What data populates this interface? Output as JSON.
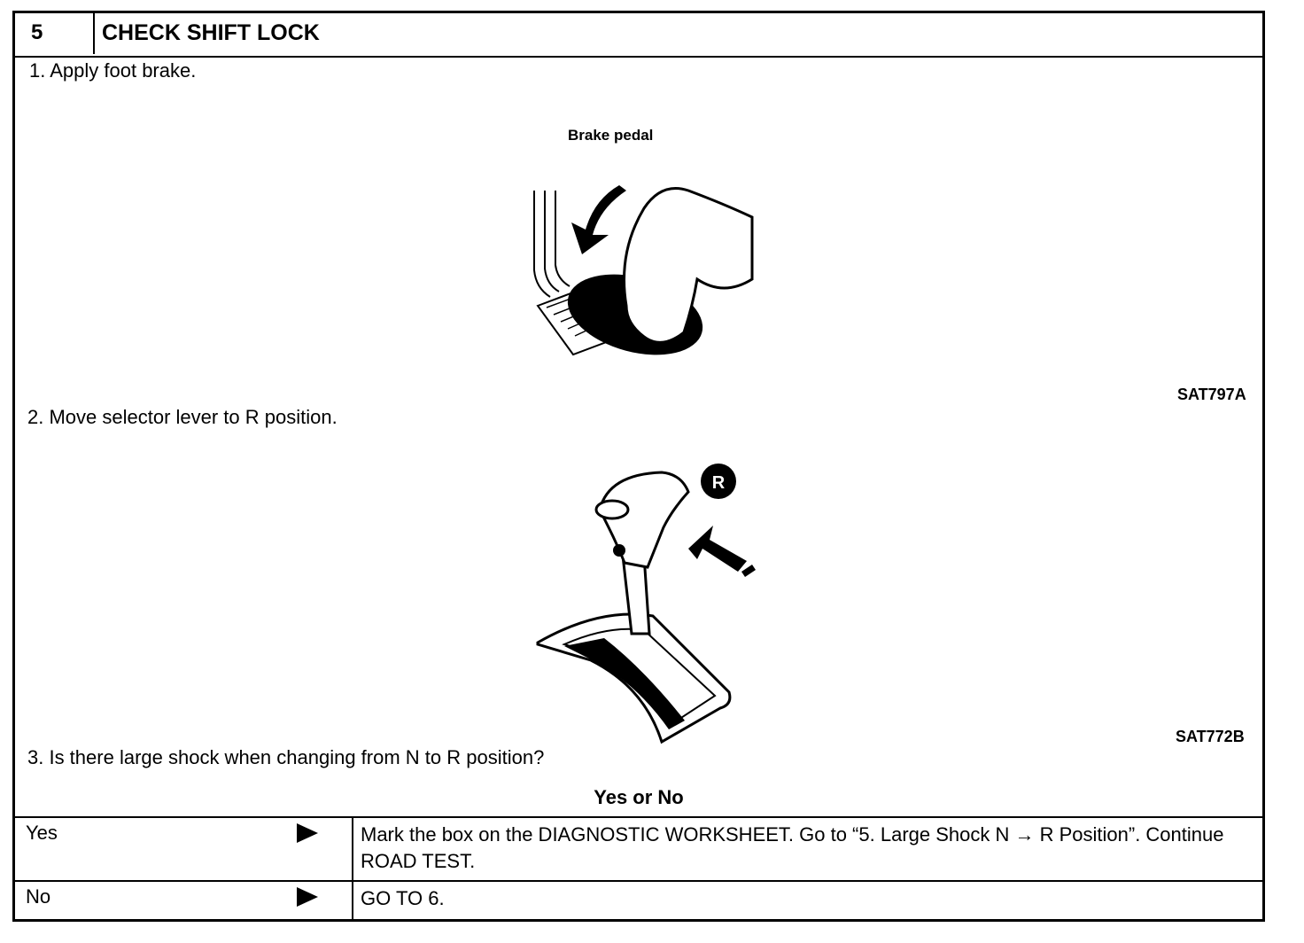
{
  "header": {
    "number": "5",
    "title": "CHECK SHIFT LOCK"
  },
  "steps": [
    {
      "text": "1.  Apply foot brake."
    },
    {
      "text": "2.  Move selector lever to R position."
    },
    {
      "text": "3.  Is there large shock when changing from N to R position?"
    }
  ],
  "figure1": {
    "caption": "Brake pedal",
    "code": "SAT797A"
  },
  "figure2": {
    "badge": "R",
    "code": "SAT772B"
  },
  "question": "Yes or No",
  "results": [
    {
      "answer": "Yes",
      "action": "Mark the box on the DIAGNOSTIC WORKSHEET. Go to “5. Large Shock N → R Position”. Continue ROAD TEST."
    },
    {
      "answer": "No",
      "action": "GO TO 6."
    }
  ]
}
